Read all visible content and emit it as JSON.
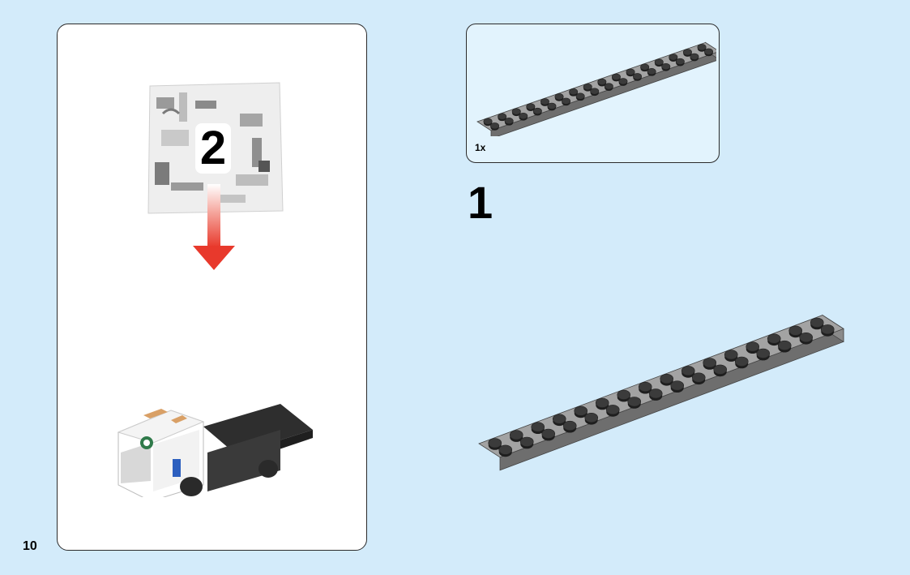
{
  "page": {
    "number": "10"
  },
  "left_panel": {
    "bag_number": "2",
    "arrow_color": "#e8392c"
  },
  "parts_callout": {
    "quantity": "1x",
    "part": "plate-2x16-gray"
  },
  "step": {
    "number": "1"
  },
  "colors": {
    "background": "#d3ebfa",
    "callout_bg": "#e2f3fd",
    "plate_top": "#a3a3a3",
    "plate_side": "#6e6e6e",
    "stud": "#3b3b3b"
  }
}
